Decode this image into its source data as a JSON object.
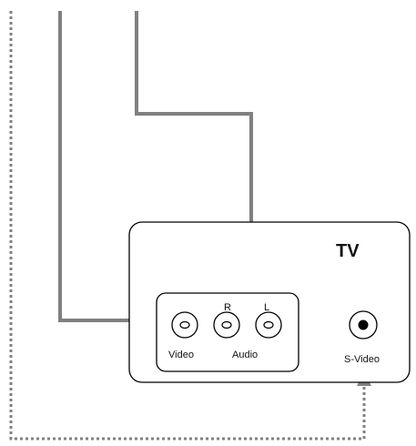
{
  "tv_panel": {
    "title": "TV",
    "audio_r_label": "R",
    "audio_l_label": "L",
    "video_label": "Video",
    "audio_label": "Audio",
    "svideo_label": "S-Video"
  },
  "colors": {
    "solid_cable": "#808080",
    "dotted_cable": "#808080",
    "outline": "#000000",
    "background": "#ffffff"
  }
}
